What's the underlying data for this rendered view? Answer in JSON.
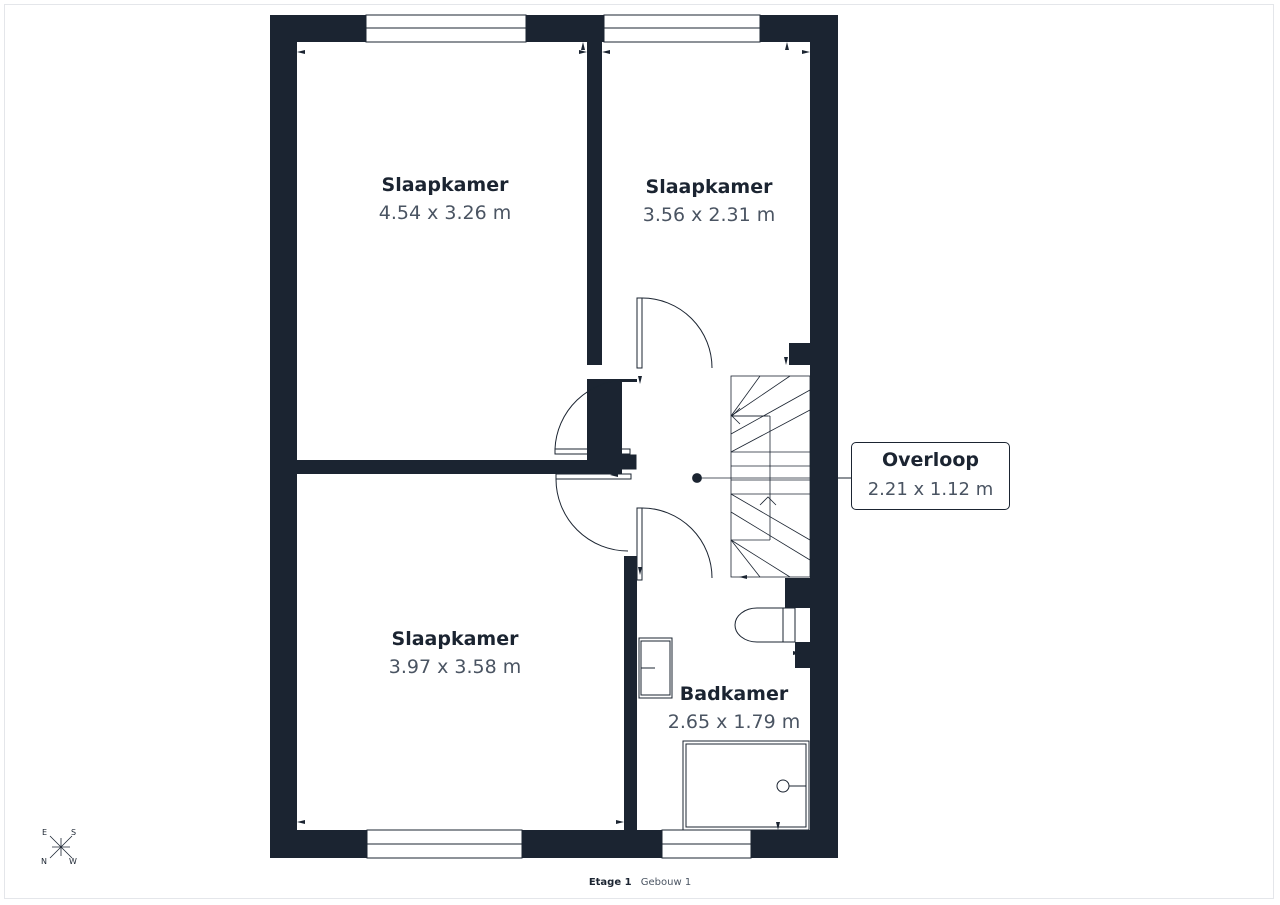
{
  "colors": {
    "wall": "#1b2431",
    "background": "#ffffff",
    "text_primary": "#1b2431",
    "text_secondary": "#4a5462"
  },
  "rooms": [
    {
      "name": "Slaapkamer",
      "dimensions": "4.54 x 3.26 m"
    },
    {
      "name": "Slaapkamer",
      "dimensions": "3.56 x 2.31 m"
    },
    {
      "name": "Slaapkamer",
      "dimensions": "3.97 x 3.58 m"
    },
    {
      "name": "Badkamer",
      "dimensions": "2.65 x 1.79 m"
    }
  ],
  "callout": {
    "name": "Overloop",
    "dimensions": "2.21 x 1.12 m"
  },
  "compass": {
    "icon": "compass-rose-icon",
    "labels": {
      "east": "E",
      "south": "S",
      "north": "N",
      "west": "W"
    }
  },
  "footer": {
    "floor": "Etage 1",
    "building": "Gebouw 1"
  }
}
